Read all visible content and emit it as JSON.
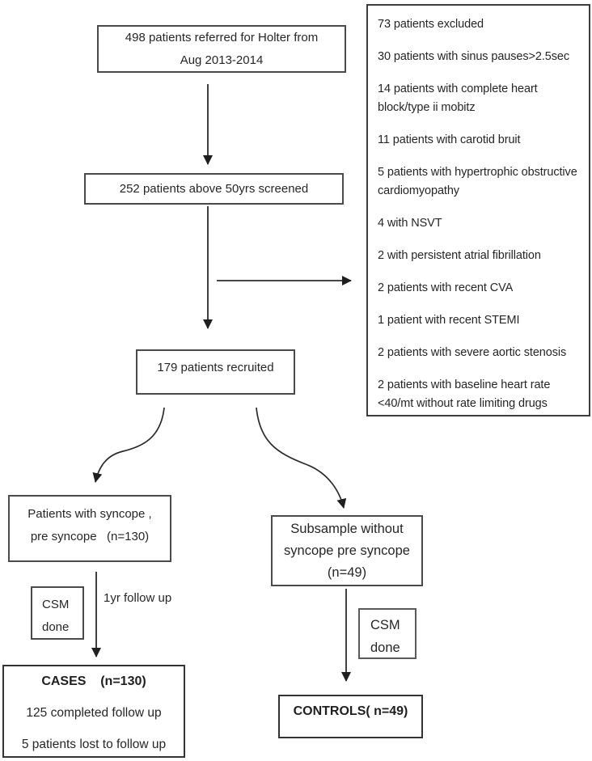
{
  "colors": {
    "background": "#ffffff",
    "box_border": "#4a4a4a",
    "text": "#262626",
    "arrow": "#1f1f1f"
  },
  "boxes": {
    "referred": {
      "lines": [
        "498 patients referred for Holter from",
        "Aug 2013-2014"
      ]
    },
    "screened": {
      "label": "252 patients above 50yrs screened"
    },
    "excluded": {
      "items": [
        "73 patients excluded",
        "30 patients with sinus pauses>2.5sec",
        "14 patients with complete heart block/type ii mobitz",
        "11 patients with carotid bruit",
        "5 patients with hypertrophic obstructive cardiomyopathy",
        "4 with NSVT",
        "2 with persistent atrial fibrillation",
        "2 patients with recent CVA",
        "1 patient with recent STEMI",
        "2 patients with severe aortic stenosis",
        "2 patients with baseline heart rate <40/mt without rate limiting drugs"
      ]
    },
    "recruited": {
      "label": "179 patients recruited"
    },
    "syncope": {
      "lines": [
        "Patients with syncope ,",
        "pre syncope   (n=130)"
      ]
    },
    "subsample": {
      "lines": [
        "Subsample without",
        "syncope pre syncope",
        "(n=49)"
      ]
    },
    "csm_left": {
      "lines": [
        "CSM",
        "done"
      ]
    },
    "csm_right": {
      "lines": [
        "CSM",
        "done"
      ]
    },
    "cases": {
      "title": "CASES    (n=130)",
      "lines": [
        "125 completed follow up",
        "5 patients lost to follow up"
      ]
    },
    "controls": {
      "title": "CONTROLS( n=49)"
    }
  },
  "labels": {
    "follow_up": "1yr follow up"
  }
}
